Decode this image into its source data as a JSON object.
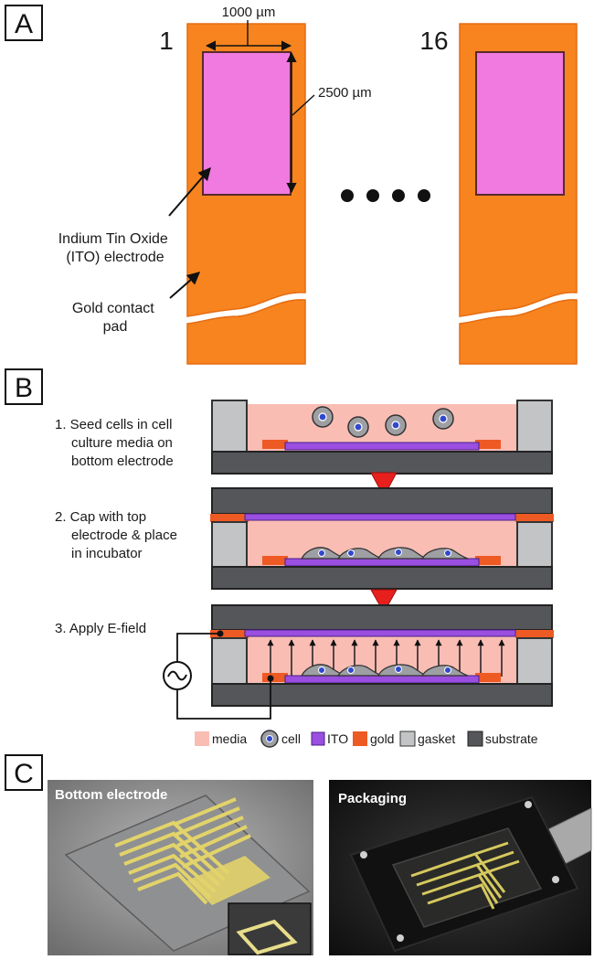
{
  "colors": {
    "orange": "#F7841F",
    "orange_edge": "#E56B10",
    "pink": "#F07AE0",
    "media": "#F9BDB4",
    "substrate": "#55565A",
    "gasket": "#C3C4C6",
    "gold": "#EE5A24",
    "ito": "#9A4FE0",
    "cell": "#9D9FA3",
    "nucleus": "#3049CC",
    "arrow_red": "#E8201D"
  },
  "panel_a": {
    "label": "A",
    "electrode_1_number": "1",
    "electrode_16_number": "16",
    "width_label": "1000 µm",
    "height_label": "2500 µm",
    "ellipsis": "● ● ● ●",
    "ito_label": [
      "Indium Tin Oxide",
      "(ITO) electrode"
    ],
    "gold_label": [
      "Gold contact",
      "pad"
    ]
  },
  "panel_b": {
    "label": "B",
    "step1": [
      "1. Seed cells in cell",
      "culture media on",
      "bottom electrode"
    ],
    "step2": [
      "2. Cap with top",
      "electrode & place",
      "in incubator"
    ],
    "step3": [
      "3. Apply E-field"
    ],
    "source_symbol": "~",
    "legend": [
      {
        "key": "media",
        "label": "media"
      },
      {
        "key": "cell",
        "label": "cell"
      },
      {
        "key": "ito",
        "label": "ITO"
      },
      {
        "key": "gold",
        "label": "gold"
      },
      {
        "key": "gasket",
        "label": "gasket"
      },
      {
        "key": "substrate",
        "label": "substrate"
      }
    ]
  },
  "panel_c": {
    "label": "C",
    "photo1_title": "Bottom electrode",
    "photo2_title": "Packaging"
  }
}
